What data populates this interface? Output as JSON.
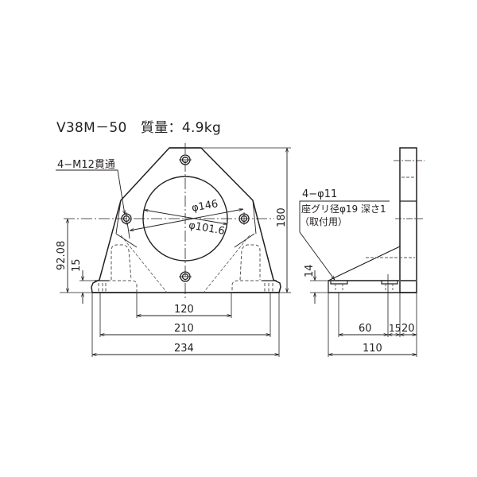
{
  "title": {
    "model": "V38M－50",
    "mass_label": "質量：4.9kg",
    "full": "V38M－50　質量：4.9kg"
  },
  "front_view": {
    "hole_callout": "4−M12貫通",
    "dia_outer": "φ146",
    "dia_inner": "φ101.6",
    "height_total": "180",
    "height_center": "92.08",
    "base_thickness": "15",
    "width_inner": "120",
    "width_holes": "210",
    "width_total": "234"
  },
  "side_view": {
    "hole_callout_line1": "4−φ11",
    "hole_callout_line2": "座グリ径φ19 深さ1",
    "hole_callout_line3": "（取付用）",
    "base_thickness": "14",
    "dim_60": "60",
    "dim_15": "15",
    "dim_20": "20",
    "depth_total": "110"
  },
  "colors": {
    "line": "#231f20",
    "hidden": "#555555",
    "background": "#ffffff"
  }
}
